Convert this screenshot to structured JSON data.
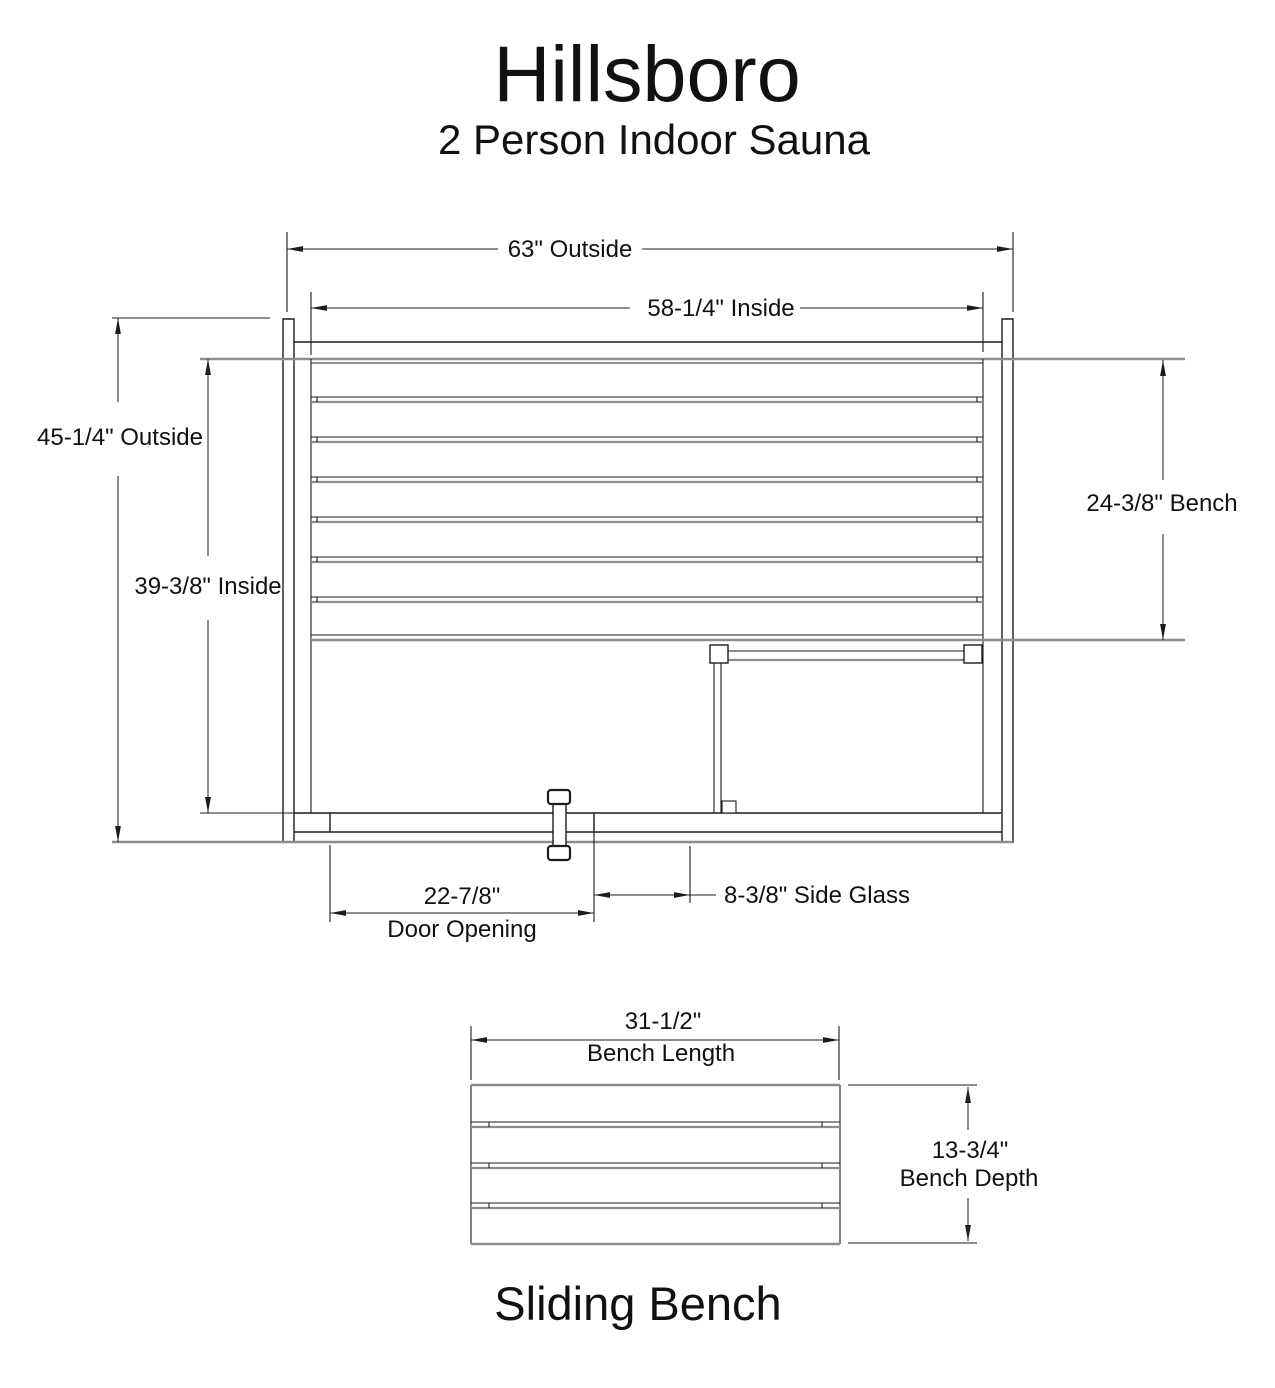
{
  "title": "Hillsboro",
  "subtitle": "2 Person Indoor Sauna",
  "floor_plan": {
    "dim_outside_width": "63\" Outside",
    "dim_inside_width": "58-1/4\" Inside",
    "dim_outside_depth": "45-1/4\" Outside",
    "dim_inside_depth": "39-3/8\" Inside",
    "dim_bench_depth": "24-3/8\" Bench",
    "dim_door_value": "22-7/8\"",
    "dim_door_label": "Door Opening",
    "dim_side_glass": "8-3/8\" Side Glass"
  },
  "sliding_bench": {
    "title": "Sliding Bench",
    "dim_length_value": "31-1/2\"",
    "dim_length_label": "Bench Length",
    "dim_depth_value": "13-3/4\"",
    "dim_depth_label": "Bench Depth"
  },
  "colors": {
    "line": "#1c1c1c",
    "secondary_line": "#8d8d8d",
    "background": "#ffffff",
    "text": "#111111"
  }
}
